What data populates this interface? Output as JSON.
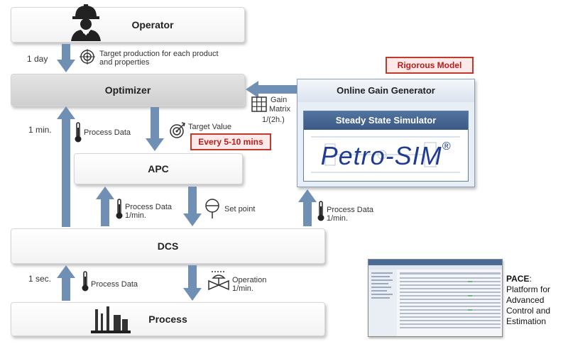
{
  "boxes": {
    "operator": "Operator",
    "optimizer": "Optimizer",
    "apc": "APC",
    "dcs": "DCS",
    "process": "Process"
  },
  "online_gain_generator": {
    "title": "Online Gain Generator",
    "simulator_title": "Steady State Simulator",
    "logo_text": "Petro-SIM",
    "trademark": "®"
  },
  "badges": {
    "rigorous_model": "Rigorous Model",
    "every": "Every 5-10 mins"
  },
  "labels": {
    "one_day": "1 day",
    "target_production_line1": "Target production for each product",
    "target_production_line2": "and properties",
    "one_min": "1 min.",
    "process_data": "Process Data",
    "target_value": "Target Value",
    "gain": "Gain",
    "matrix": "Matrix",
    "gain_rate": "1/(2h.)",
    "per_min": "1/min.",
    "set_point": "Set point",
    "one_sec": "1 sec.",
    "operation": "Operation"
  },
  "pace": {
    "title": "PACE",
    "colon": ":",
    "line1": "Platform for",
    "line2": "Advanced",
    "line3": "Control and",
    "line4": "Estimation"
  },
  "colors": {
    "arrow": "#6f8fb5",
    "badge_border": "#c0392b",
    "badge_text": "#b81d1d",
    "simulator_header": "#3b5a85",
    "logo": "#1f3c92"
  }
}
